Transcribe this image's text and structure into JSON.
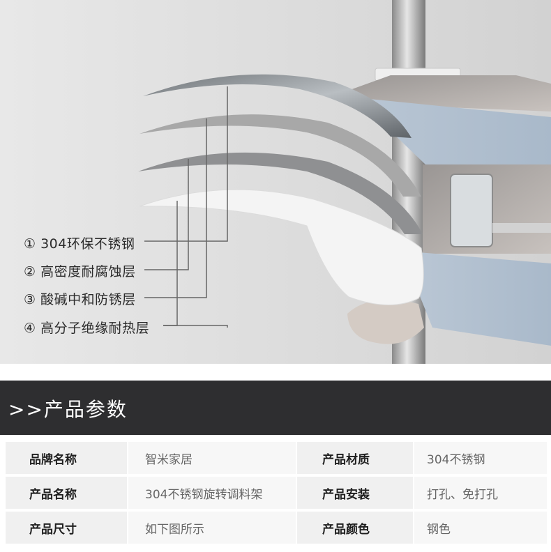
{
  "layers": [
    {
      "label": "① 304环保不锈钢"
    },
    {
      "label": "② 高密度耐腐蚀层"
    },
    {
      "label": "③ 酸碱中和防锈层"
    },
    {
      "label": "④ 高分子绝缘耐热层"
    }
  ],
  "section": {
    "title": ">>产品参数"
  },
  "specs": [
    {
      "k1": "品牌名称",
      "v1": "智米家居",
      "k2": "产品材质",
      "v2": "304不锈钢"
    },
    {
      "k1": "产品名称",
      "v1": "304不锈钢旋转调料架",
      "k2": "产品安装",
      "v2": "打孔、免打孔"
    },
    {
      "k1": "产品尺寸",
      "v1": "如下图所示",
      "k2": "产品颜色",
      "v2": "钢色"
    }
  ],
  "colors": {
    "banner_bg": "#2e2e30",
    "key_cell_bg": "#f0f0f0",
    "value_cell_bg": "#f7f7f7"
  }
}
